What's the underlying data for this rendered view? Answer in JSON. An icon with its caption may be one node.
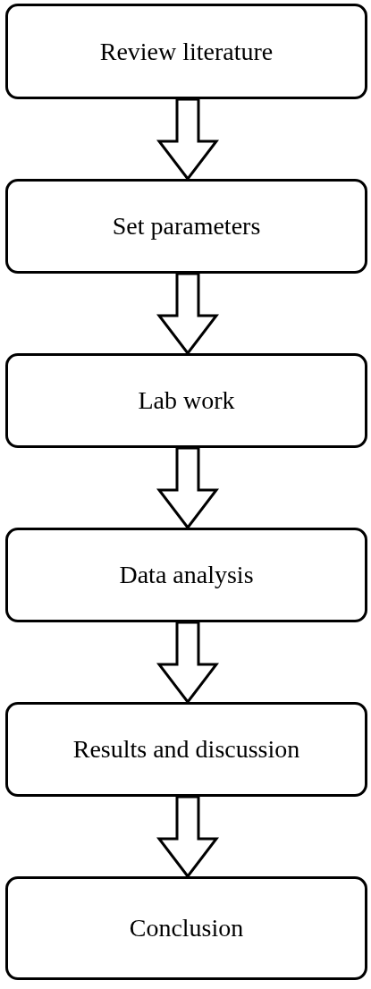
{
  "diagram": {
    "nodes": [
      {
        "text": [
          "Review literature"
        ]
      },
      {
        "text": [
          "Set parameters"
        ]
      },
      {
        "text": [
          "Lab work"
        ]
      },
      {
        "text": [
          "Data analysis"
        ]
      },
      {
        "text": [
          "Results and discussion"
        ]
      },
      {
        "text": [
          "Conclusion"
        ]
      }
    ],
    "edges": [
      {
        "from": 0,
        "to": 1,
        "arrow": "to"
      },
      {
        "from": 1,
        "to": 2,
        "arrow": "to"
      },
      {
        "from": 2,
        "to": 3,
        "arrow": "to"
      },
      {
        "from": 3,
        "to": 4,
        "arrow": "to"
      },
      {
        "from": 4,
        "to": 5,
        "arrow": "to"
      }
    ]
  }
}
